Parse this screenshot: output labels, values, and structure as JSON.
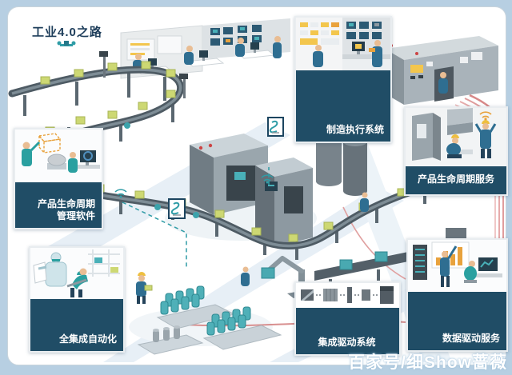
{
  "page": {
    "title": "工业4.0之路",
    "watermark": "百家号/细Show蔷薇"
  },
  "cards": {
    "mes": {
      "label": "制造执行系统"
    },
    "plm_software": {
      "label_line1": "产品生命周期",
      "label_line2": "管理软件"
    },
    "plm_services": {
      "label": "产品生命周期服务"
    },
    "tia": {
      "label": "全集成自动化"
    },
    "ids": {
      "label": "集成驱动系统"
    },
    "dds": {
      "label": "数据驱动服务"
    }
  },
  "colors": {
    "frame": "#b7cfe2",
    "card_bg": "#204d66",
    "title_text": "#1d3d5a",
    "teal_accent": "#2f9ca6",
    "green_box": "#cdd873",
    "orange_accent": "#e8a23d",
    "cable_red": "#dd9494"
  },
  "icons": {
    "badge_logo": "teal-swirl-badge",
    "wifi": "wireless-arcs",
    "drone": "quadcopter"
  }
}
